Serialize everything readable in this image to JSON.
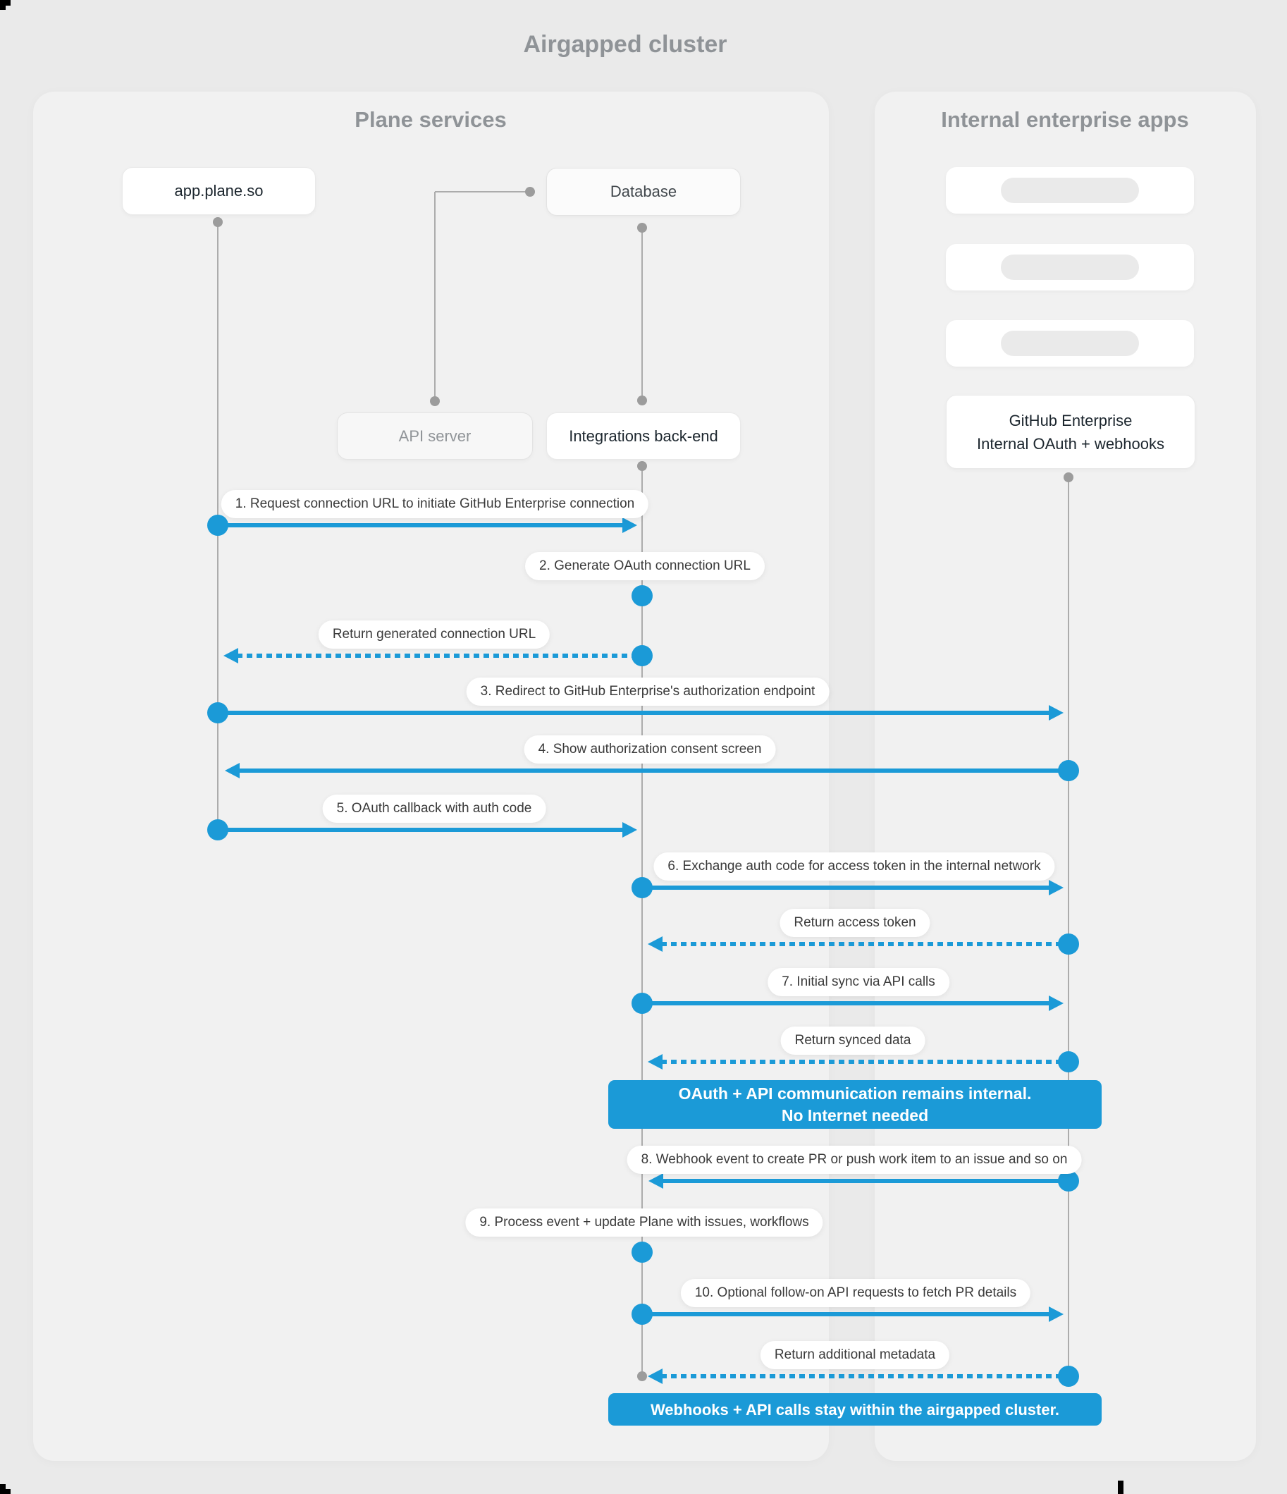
{
  "title": "Airgapped cluster",
  "panels": {
    "plane": {
      "title": "Plane services"
    },
    "enterprise": {
      "title": "Internal enterprise apps"
    }
  },
  "nodes": {
    "app": {
      "label": "app.plane.so"
    },
    "database": {
      "label": "Database"
    },
    "api_server": {
      "label": "API server"
    },
    "integrations": {
      "label": "Integrations back-end"
    },
    "github": {
      "line1": "GitHub Enterprise",
      "line2": "Internal OAuth + webhooks"
    }
  },
  "placeholder_card_count": 3,
  "messages": [
    {
      "label": "1. Request connection URL to initiate GitHub Enterprise connection",
      "from": "app.plane.so",
      "to": "Integrations back-end",
      "style": "solid"
    },
    {
      "label": "2. Generate OAuth connection URL",
      "from": "Integrations back-end",
      "to": "Integrations back-end",
      "style": "self"
    },
    {
      "label": "Return generated connection URL",
      "from": "Integrations back-end",
      "to": "app.plane.so",
      "style": "dashed"
    },
    {
      "label": "3. Redirect to GitHub Enterprise's authorization endpoint",
      "from": "app.plane.so",
      "to": "GitHub Enterprise",
      "style": "solid"
    },
    {
      "label": "4. Show authorization consent screen",
      "from": "GitHub Enterprise",
      "to": "app.plane.so",
      "style": "solid"
    },
    {
      "label": "5. OAuth callback with auth code",
      "from": "app.plane.so",
      "to": "Integrations back-end",
      "style": "solid"
    },
    {
      "label": "6. Exchange auth code for access token in the internal network",
      "from": "Integrations back-end",
      "to": "GitHub Enterprise",
      "style": "solid"
    },
    {
      "label": "Return access token",
      "from": "GitHub Enterprise",
      "to": "Integrations back-end",
      "style": "dashed"
    },
    {
      "label": "7. Initial sync via API calls",
      "from": "Integrations back-end",
      "to": "GitHub Enterprise",
      "style": "solid"
    },
    {
      "label": "Return synced data",
      "from": "GitHub Enterprise",
      "to": "Integrations back-end",
      "style": "dashed"
    },
    {
      "label": "8. Webhook event to create PR or push work item to an issue and so on",
      "from": "GitHub Enterprise",
      "to": "Integrations back-end",
      "style": "solid"
    },
    {
      "label": "9. Process event + update Plane with issues, workflows",
      "from": "Integrations back-end",
      "to": "Integrations back-end",
      "style": "self"
    },
    {
      "label": "10. Optional follow-on API requests to fetch PR details",
      "from": "Integrations back-end",
      "to": "GitHub Enterprise",
      "style": "solid"
    },
    {
      "label": "Return additional metadata",
      "from": "GitHub Enterprise",
      "to": "Integrations back-end",
      "style": "dashed"
    }
  ],
  "banners": {
    "internal": {
      "line1": "OAuth + API communication remains internal.",
      "line2": "No Internet needed"
    },
    "airgapped": {
      "line1": "Webhooks + API calls stay within the airgapped cluster."
    }
  },
  "colors": {
    "accent_blue": "#1B9AD7",
    "background": "#EAEAEA",
    "panel": "#F1F1F1",
    "lifeline_gray": "#ACACAC",
    "dot_gray": "#9C9C9C",
    "label_text": "#3A3A3A",
    "node_text_dark": "#1C262E",
    "node_text_muted": "#909498",
    "heading_gray": "#8F9397"
  }
}
